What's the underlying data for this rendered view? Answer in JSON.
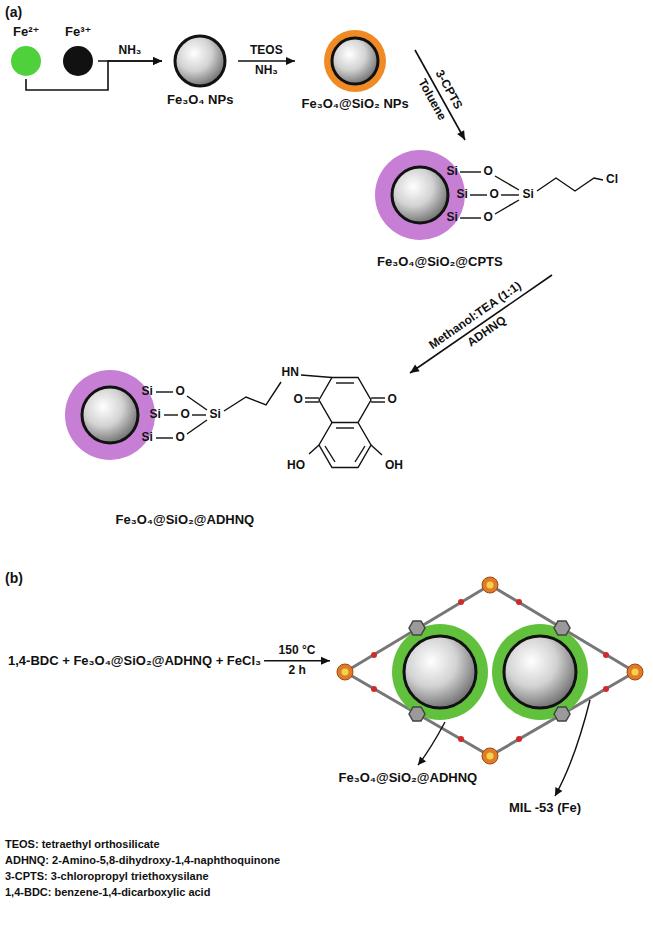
{
  "diagram": {
    "nodes": [
      {
        "text": [
          "Fe²⁺"
        ]
      },
      {
        "text": [
          "Fe³⁺"
        ]
      },
      {
        "text": [
          "Fe₃O₄ NPs"
        ]
      },
      {
        "text": [
          "Fe₃O₄@SiO₂ NPs"
        ]
      },
      {
        "text": [
          "Fe₃O₄@SiO₂@CPTS"
        ]
      },
      {
        "text": [
          "Fe₃O₄@SiO₂@ADHNQ"
        ]
      },
      {
        "text": [
          "1,4-BDC + Fe₃O₄@SiO₂@ADHNQ + FeCl₃"
        ]
      },
      {
        "text": [
          "Fe₃O₄@SiO₂@ADHNQ",
          "MIL -53 (Fe)"
        ]
      }
    ],
    "edges": [
      {
        "from": 0,
        "to": 2,
        "arrow": "to"
      },
      {
        "from": 1,
        "to": 2,
        "label": "NH₃",
        "arrow": "to"
      },
      {
        "from": 2,
        "to": 3,
        "label": "TEOS",
        "arrow": "to"
      },
      {
        "from": 3,
        "to": 4,
        "label": "3-CPTS",
        "arrow": "to"
      },
      {
        "from": 4,
        "to": 5,
        "label": "ADHNQ",
        "arrow": "to"
      },
      {
        "from": 6,
        "to": 7,
        "label": "150 °C",
        "arrow": "to"
      }
    ],
    "labels": [
      "(a)",
      "NH₃",
      "Toluene",
      "Methanol:TEA (1:1)",
      "Si",
      "Si",
      "Si",
      "O",
      "O",
      "O",
      "Si",
      "Cl",
      "Si",
      "Si",
      "Si",
      "O",
      "O",
      "O",
      "Si",
      "HN",
      "O",
      "O",
      "HO",
      "OH",
      "(b)",
      "2 h",
      "TEOS: tetraethyl orthosilicate",
      "ADHNQ: 2-Amino-5,8-dihydroxy-1,4-naphthoquinone",
      "3-CPTS: 3-chloropropyl triethoxysilane",
      "1,4-BDC: benzene-1,4-dicarboxylic acid"
    ]
  }
}
